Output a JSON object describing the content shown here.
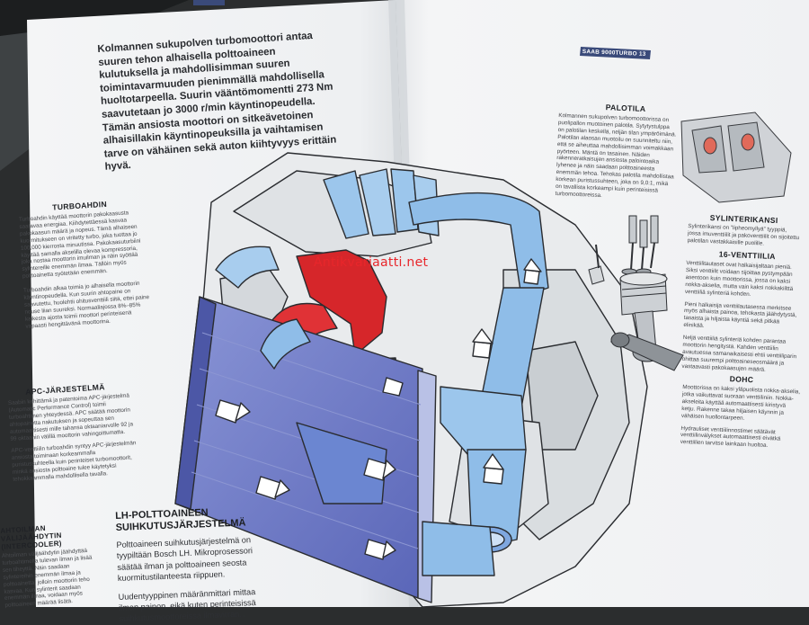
{
  "watermark": "Antikvariaatti.net",
  "header_tab": "SAAB 9000TURBO 13",
  "left_page": {
    "lead": "Kolmannen sukupolven turbomoottori antaa suuren tehon alhaisella polttoaineen kulutuksella ja mahdollisimman suuren toimintavarmuuden pienimmällä mahdollisella huoltotarpeella. Suurin vääntömomentti 273 Nm saavutetaan jo 3000 r/min käyntinopeudella. Tämän ansiosta moottori on sitkeävetoinen alhaisillakin käyntinopeuksilla ja vaihtamisen tarve on vähäinen sekä auton kiihtyvyys erittäin hyvä.",
    "sections": [
      {
        "title": "TURBOAHDIN",
        "text": "Turboahdin käyttää moottorin pakokaasusta saatavaa energiaa. Kiihdytettäessä kasvaa pakokaasun määrä ja nopeus. Tämä alhaiseen kuormitukseen on viritetty turbo, joka tuottaa jo 100,000 kierrosta minuutissa. Pakokaasuturbiini käyttää samalla akselilla olevaa kompressoria, joka nostaa moottorin imuilman ja näin syöttää sylintereille enemmän ilmaa. Tällöin myös polttoainetta syötetään enemmän.",
        "text2": "Turboahdin alkaa toimia jo alhaisella moottorin käyntinopeudella. Kun suurin ahtopaine on saavutettu, huolehtii ohitusventtiili siitä, ettei paine nouse liian suureksi. Normaaliajossa 8%–85% kaikesta ajosta toimii moottori perinteisenä vapaasti hengittävänä moottorina."
      },
      {
        "title": "APC-JÄRJESTELMÄ",
        "text": "Saabin kehittämä ja patentoima APC-järjestelmä (Automatic Performance Control) toimii turboahtimen yhteydessä. APC säätää moottorin ahtopainetta nakutuksen ja sopeuttaa sen automaattisesti mille tahansa oktaaniarvolle 92 ja 99 oktaanin välillä moottorin vahingoittumatta.",
        "text2": "APC-venttiilin turboahdin syntyy APC-järjestelmän ansiosta toiminaan korkeammalla puristussuhteella kuin perinteiset turbomoottorit, minkä ansiosta polttoaine tulee käytetyksi tehokkaammalla mahdollisella tavalla."
      },
      {
        "title": "AHTOILMAN VÄLIJÄÄHDYTIN (INTERCOOLER)",
        "text": "Ahtoilman välijäähdytin jäähdyttää turboahtimelta tulevan ilman ja lisää sen tiheyttä. Näin saadaan sylintereihin enemmän ilmaa ja polttoainetta, jolloin moottorin teho kasvaa. Kun sylinterit saadaan enemmän ilmaa, voidaan myös polttoaineen määrää lisätä."
      }
    ],
    "lh_title": "LH-POLTTOAINEEN SUIHKUTUSJÄRJESTELMÄ",
    "lh_text": "Polttoaineen suihkutusjärjestelmä on tyypiltään Bosch LH. Mikroprosessori säätää ilman ja polttoaineen seosta kuormitustilanteesta riippuen.",
    "lh_text2": "Uudentyyppinen määränmittari mittaa ilman painon, eikä kuten perinteisissä suihkutusmoottoreissa ilmavirran..."
  },
  "right_page": {
    "sections": [
      {
        "title": "PALOTILA",
        "text": "Kolmannen sukupolven turbomoottorissa on puolipallon muotoinen palotila. Sytytystulppa on palotilan keskellä, neljän tilan ympäröimänä. Palotilan alaosan muotoilu on suunniteltu niin, että se aiheuttaa mahdollisimman voimakkaan pyörteen. Mäntä on tasainen. Näiden rakenneratkaisujen ansiosta palointoaika lyhenee ja näin saadaan polttoaineesta enemmän tehoa. Tehokas palotila mahdollistaa korkean puristussuhteen, joka on 9,0:1, mikä on tavallista korkeampi kuin perinteisissä turbomoottoreissa."
      },
      {
        "title": "SYLINTERIKANSI",
        "text": "Sylinterikansi on ”lipheomyllyä” tyyppiä, jossa imuventtiilit ja pakoventtiilit on sijoitettu palotilan vastakkaisille puolille."
      },
      {
        "title": "16-VENTTIILIA",
        "text": "Venttiilitautaset ovat halkaisijaltaan pieniä. Siksi venttiilit voidaan sijoittaa pystympään asentoon kuin moottorissa, jossa on kaksi nokka-akselia, mutta vain kaksi nokkakiilttä venttiiliä sylinteriä kohden.",
        "text2": "Pieni halkaisija venttiilautasessa merkitsee myös alhaista painoa, tehokasta jäähdytystä, tasaista ja hiljaista käyntiä sekä pitkää elinikää.",
        "text3": "Neljä venttiiliä sylinteriä kohden parantaa moottorin hengitystä. Kahden venttiilin avautuessa samanaikaisesti ehtii venttiiliparin ohittaa suurempi polttoaineseosmäärä ja vastaavasti pakokaasujen määrä."
      },
      {
        "title": "DOHC",
        "text": "Moottorissa on kaksi yläpuolista nokka-akselia, jotka vaikuttavat suoraan venttiiliniin. Nokka-akseleita käyttää automaattisesti kiristyvä ketju. Rakenne takaa hiljaisen käynnin ja vähäisen huollontarpeen.",
        "text2": "Hydrauliset venttiilinnostimet säätävät venttiilinvälykset automaattisesti eivätkä venttiilien tarvitse lainkaan huoltoa."
      }
    ]
  },
  "colors": {
    "charge_air": "#8fbde8",
    "exhaust": "#d6262a",
    "intercooler": "#6a78c8",
    "tab": "#3a4a7a"
  }
}
